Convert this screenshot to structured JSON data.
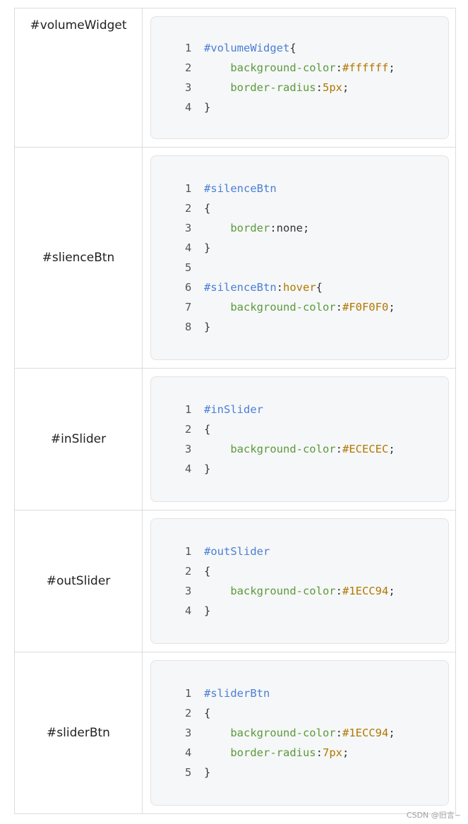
{
  "rows": [
    {
      "selector": "#volumeWidget",
      "align": "top",
      "code": [
        [
          {
            "t": "#volumeWidget",
            "c": "sel"
          },
          {
            "t": "{",
            "c": "punc"
          }
        ],
        [
          {
            "t": "    ",
            "c": "plain"
          },
          {
            "t": "background-color",
            "c": "prop"
          },
          {
            "t": ":",
            "c": "punc"
          },
          {
            "t": "#ffffff",
            "c": "val"
          },
          {
            "t": ";",
            "c": "punc"
          }
        ],
        [
          {
            "t": "    ",
            "c": "plain"
          },
          {
            "t": "border-radius",
            "c": "prop"
          },
          {
            "t": ":",
            "c": "punc"
          },
          {
            "t": "5px",
            "c": "val"
          },
          {
            "t": ";",
            "c": "punc"
          }
        ],
        [
          {
            "t": "}",
            "c": "punc"
          }
        ]
      ]
    },
    {
      "selector": "#slienceBtn",
      "align": "center",
      "code": [
        [
          {
            "t": "#silenceBtn",
            "c": "sel"
          }
        ],
        [
          {
            "t": "{",
            "c": "punc"
          }
        ],
        [
          {
            "t": "    ",
            "c": "plain"
          },
          {
            "t": "border",
            "c": "prop"
          },
          {
            "t": ":",
            "c": "punc"
          },
          {
            "t": "none",
            "c": "plain"
          },
          {
            "t": ";",
            "c": "punc"
          }
        ],
        [
          {
            "t": "}",
            "c": "punc"
          }
        ],
        [],
        [
          {
            "t": "#silenceBtn",
            "c": "sel"
          },
          {
            "t": ":",
            "c": "punc"
          },
          {
            "t": "hover",
            "c": "val"
          },
          {
            "t": "{",
            "c": "punc"
          }
        ],
        [
          {
            "t": "    ",
            "c": "plain"
          },
          {
            "t": "background-color",
            "c": "prop"
          },
          {
            "t": ":",
            "c": "punc"
          },
          {
            "t": "#F0F0F0",
            "c": "val"
          },
          {
            "t": ";",
            "c": "punc"
          }
        ],
        [
          {
            "t": "}",
            "c": "punc"
          }
        ]
      ]
    },
    {
      "selector": "#inSlider",
      "align": "center",
      "code": [
        [
          {
            "t": "#inSlider",
            "c": "sel"
          }
        ],
        [
          {
            "t": "{",
            "c": "punc"
          }
        ],
        [
          {
            "t": "    ",
            "c": "plain"
          },
          {
            "t": "background-color",
            "c": "prop"
          },
          {
            "t": ":",
            "c": "punc"
          },
          {
            "t": "#ECECEC",
            "c": "val"
          },
          {
            "t": ";",
            "c": "punc"
          }
        ],
        [
          {
            "t": "}",
            "c": "punc"
          }
        ]
      ]
    },
    {
      "selector": "#outSlider",
      "align": "center",
      "code": [
        [
          {
            "t": "#outSlider",
            "c": "sel"
          }
        ],
        [
          {
            "t": "{",
            "c": "punc"
          }
        ],
        [
          {
            "t": "    ",
            "c": "plain"
          },
          {
            "t": "background-color",
            "c": "prop"
          },
          {
            "t": ":",
            "c": "punc"
          },
          {
            "t": "#1ECC94",
            "c": "val"
          },
          {
            "t": ";",
            "c": "punc"
          }
        ],
        [
          {
            "t": "}",
            "c": "punc"
          }
        ]
      ]
    },
    {
      "selector": "#sliderBtn",
      "align": "center",
      "code": [
        [
          {
            "t": "#sliderBtn",
            "c": "sel"
          }
        ],
        [
          {
            "t": "{",
            "c": "punc"
          }
        ],
        [
          {
            "t": "    ",
            "c": "plain"
          },
          {
            "t": "background-color",
            "c": "prop"
          },
          {
            "t": ":",
            "c": "punc"
          },
          {
            "t": "#1ECC94",
            "c": "val"
          },
          {
            "t": ";",
            "c": "punc"
          }
        ],
        [
          {
            "t": "    ",
            "c": "plain"
          },
          {
            "t": "border-radius",
            "c": "prop"
          },
          {
            "t": ":",
            "c": "punc"
          },
          {
            "t": "7px",
            "c": "val"
          },
          {
            "t": ";",
            "c": "punc"
          }
        ],
        [
          {
            "t": "}",
            "c": "punc"
          }
        ]
      ]
    }
  ],
  "watermark": "CSDN @旧言~",
  "colors": {
    "selector": "#4a7fd6",
    "property": "#5a9a3c",
    "value": "#b07800",
    "code_background": "#f6f7f8",
    "border": "#dcdcdc"
  }
}
